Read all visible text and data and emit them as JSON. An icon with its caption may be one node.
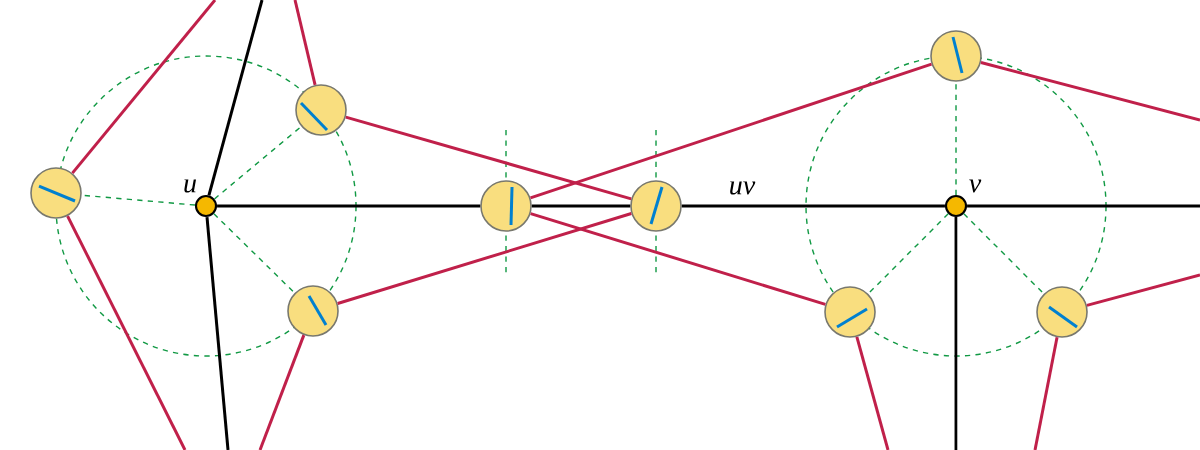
{
  "diagram": {
    "nodes": [
      {
        "text": [],
        "shape": "circle",
        "beside": [
          "u"
        ]
      },
      {
        "text": [],
        "shape": "circle",
        "beside": [
          "v"
        ]
      },
      {
        "text": [],
        "shape": "circle"
      },
      {
        "text": [],
        "shape": "circle"
      },
      {
        "text": [],
        "shape": "circle"
      },
      {
        "text": [],
        "shape": "circle"
      },
      {
        "text": [],
        "shape": "circle"
      },
      {
        "text": [],
        "shape": "circle"
      },
      {
        "text": [],
        "shape": "circle"
      },
      {
        "text": [],
        "shape": "circle"
      }
    ],
    "edges": [
      {
        "from": 0,
        "to": 5,
        "arrow": "none",
        "color": "#000000"
      },
      {
        "from": 5,
        "to": 6,
        "arrow": "none",
        "color": "#000000"
      },
      {
        "from": 6,
        "to": 1,
        "arrow": "none",
        "label": "uv",
        "color": "#000000"
      },
      {
        "from": 0,
        "to": null,
        "arrow": "none",
        "color": "#000000"
      },
      {
        "from": 0,
        "to": null,
        "arrow": "none",
        "color": "#000000"
      },
      {
        "from": 1,
        "to": null,
        "arrow": "none",
        "color": "#000000"
      },
      {
        "from": 1,
        "to": null,
        "arrow": "none",
        "color": "#000000"
      },
      {
        "from": 2,
        "to": null,
        "arrow": "none"
      },
      {
        "from": 2,
        "to": null,
        "arrow": "none"
      },
      {
        "from": 4,
        "to": null,
        "arrow": "none"
      },
      {
        "from": 4,
        "to": 6,
        "arrow": "none"
      },
      {
        "from": 5,
        "to": 8,
        "arrow": "none"
      },
      {
        "from": 8,
        "to": null,
        "arrow": "none"
      },
      {
        "from": 5,
        "to": 7,
        "arrow": "none"
      },
      {
        "from": 3,
        "to": 6,
        "arrow": "none"
      },
      {
        "from": 3,
        "to": null,
        "arrow": "none"
      },
      {
        "from": 7,
        "to": null,
        "arrow": "none"
      },
      {
        "from": 9,
        "to": null,
        "arrow": "none"
      },
      {
        "from": 9,
        "to": null,
        "arrow": "none"
      },
      {
        "from": 0,
        "to": 2,
        "arrow": "none",
        "style": "dashed",
        "color": "#119944"
      },
      {
        "from": 0,
        "to": 4,
        "arrow": "none",
        "style": "dashed",
        "color": "#119944"
      },
      {
        "from": 0,
        "to": 3,
        "arrow": "none",
        "style": "dashed",
        "color": "#119944"
      },
      {
        "from": 1,
        "to": 8,
        "arrow": "none",
        "style": "dashed",
        "color": "#119944"
      },
      {
        "from": 1,
        "to": 7,
        "arrow": "none",
        "style": "dashed",
        "color": "#119944"
      },
      {
        "from": 1,
        "to": 9,
        "arrow": "none",
        "style": "dashed",
        "color": "#119944"
      }
    ]
  }
}
